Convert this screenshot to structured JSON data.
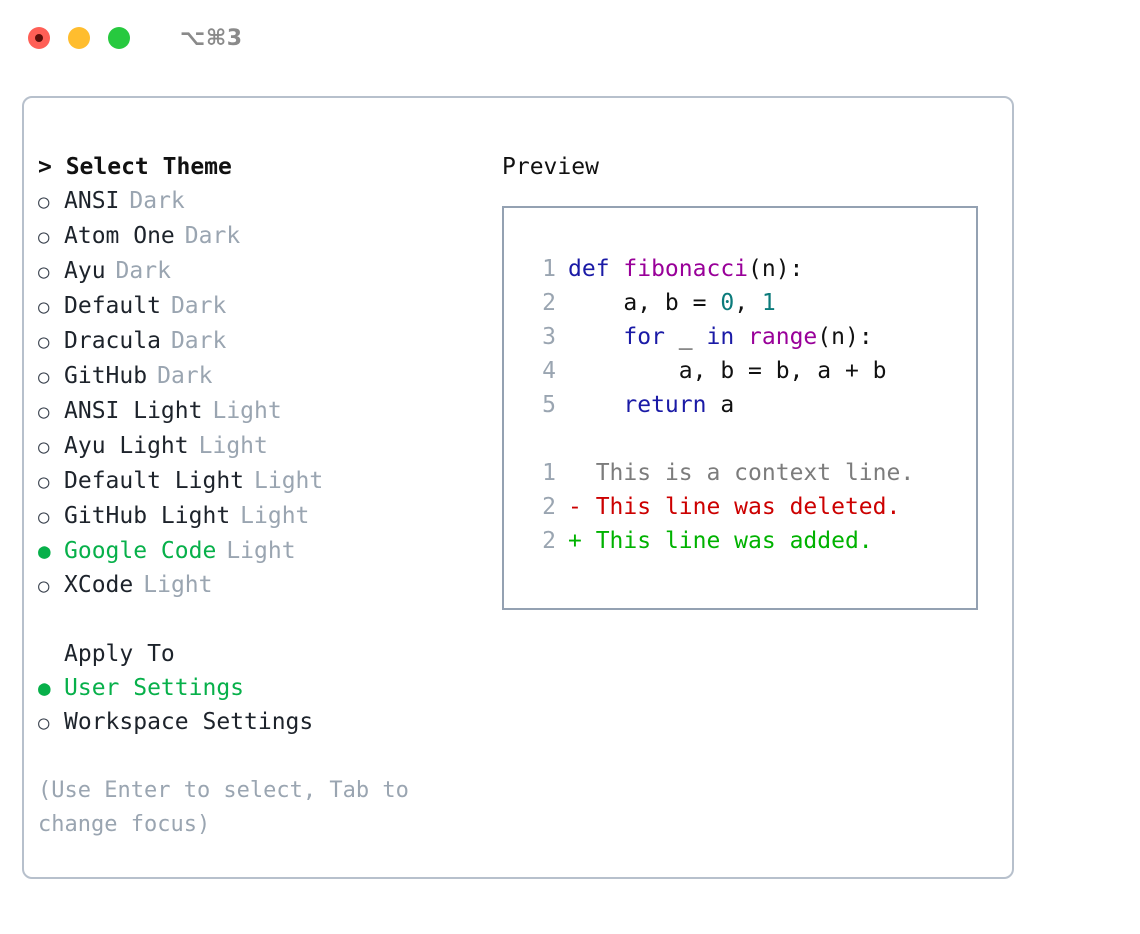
{
  "titlebar": {
    "shortcut": "⌥⌘3",
    "buttons": [
      {
        "name": "close",
        "color": "#ff5f56"
      },
      {
        "name": "minimize",
        "color": "#ffbd2e"
      },
      {
        "name": "zoom",
        "color": "#27c93f"
      }
    ]
  },
  "left_pane": {
    "title": "> Select Theme",
    "themes": [
      {
        "bullet": "○",
        "label": "ANSI",
        "tag": "Dark",
        "selected": false
      },
      {
        "bullet": "○",
        "label": "Atom One",
        "tag": "Dark",
        "selected": false
      },
      {
        "bullet": "○",
        "label": "Ayu",
        "tag": "Dark",
        "selected": false
      },
      {
        "bullet": "○",
        "label": "Default",
        "tag": "Dark",
        "selected": false
      },
      {
        "bullet": "○",
        "label": "Dracula",
        "tag": "Dark",
        "selected": false
      },
      {
        "bullet": "○",
        "label": "GitHub",
        "tag": "Dark",
        "selected": false
      },
      {
        "bullet": "○",
        "label": "ANSI Light",
        "tag": "Light",
        "selected": false
      },
      {
        "bullet": "○",
        "label": "Ayu Light",
        "tag": "Light",
        "selected": false
      },
      {
        "bullet": "○",
        "label": "Default Light",
        "tag": "Light",
        "selected": false
      },
      {
        "bullet": "○",
        "label": "GitHub Light",
        "tag": "Light",
        "selected": false
      },
      {
        "bullet": "●",
        "label": "Google Code",
        "tag": "Light",
        "selected": true
      },
      {
        "bullet": "○",
        "label": "XCode",
        "tag": "Light",
        "selected": false
      }
    ],
    "apply_to": {
      "title": "Apply To",
      "options": [
        {
          "bullet": "●",
          "label": "User Settings",
          "selected": true
        },
        {
          "bullet": "○",
          "label": "Workspace Settings",
          "selected": false
        }
      ]
    },
    "hint": "(Use Enter to select, Tab to change focus)"
  },
  "right_pane": {
    "title": "Preview",
    "code_lines": [
      {
        "n": "1",
        "tokens": [
          {
            "t": "def ",
            "c": "kw"
          },
          {
            "t": "fibonacci",
            "c": "fn"
          },
          {
            "t": "(n):",
            "c": "pl"
          }
        ]
      },
      {
        "n": "2",
        "tokens": [
          {
            "t": "    a, b = ",
            "c": "pl"
          },
          {
            "t": "0",
            "c": "num"
          },
          {
            "t": ", ",
            "c": "pl"
          },
          {
            "t": "1",
            "c": "num"
          }
        ]
      },
      {
        "n": "3",
        "tokens": [
          {
            "t": "    ",
            "c": "pl"
          },
          {
            "t": "for",
            "c": "kw"
          },
          {
            "t": " _ ",
            "c": "pl"
          },
          {
            "t": "in",
            "c": "kw"
          },
          {
            "t": " ",
            "c": "pl"
          },
          {
            "t": "range",
            "c": "fn"
          },
          {
            "t": "(n):",
            "c": "pl"
          }
        ]
      },
      {
        "n": "4",
        "tokens": [
          {
            "t": "        a, b = b, a + b",
            "c": "pl"
          }
        ]
      },
      {
        "n": "5",
        "tokens": [
          {
            "t": "    ",
            "c": "pl"
          },
          {
            "t": "return",
            "c": "kw"
          },
          {
            "t": " a",
            "c": "pl"
          }
        ]
      }
    ],
    "diff_lines": [
      {
        "n": "1",
        "marker": " ",
        "text": " This is a context line.",
        "kind": "ctx"
      },
      {
        "n": "2",
        "marker": "-",
        "text": " This line was deleted.",
        "kind": "del"
      },
      {
        "n": "2",
        "marker": "+",
        "text": " This line was added.",
        "kind": "add"
      }
    ]
  },
  "colors": {
    "accent_green": "#07b04a",
    "muted": "#9aa5b1",
    "border": "#b7c0cc",
    "preview_border": "#94a1b2",
    "keyword": "#1a1aa6",
    "function": "#990099",
    "number": "#0b7b7b",
    "diff_add": "#00b200",
    "diff_del": "#cc0000",
    "diff_ctx": "#7c7c7c"
  }
}
